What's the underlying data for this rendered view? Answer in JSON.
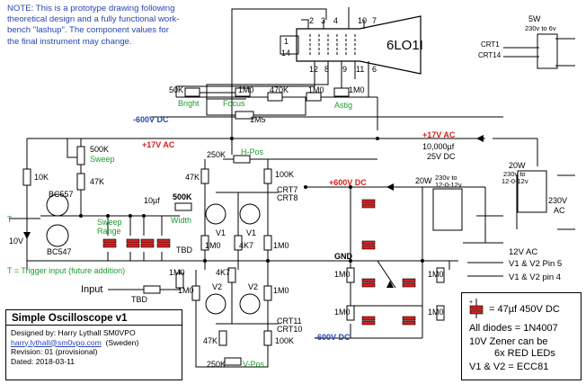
{
  "note": {
    "text": "NOTE:   This is a prototype drawing following\ntheoretical design and a fully functional work-\nbench \"lashup\".   The component values for\nthe final instrument may change."
  },
  "title": "Simple Oscilloscope v1",
  "info": {
    "designed_by": "Designed by: Harry Lythall SM0VPO",
    "email": "harry.lythall@sm0vpo.com",
    "country": "(Sweden)",
    "revision": "Revision: 01 (provisional)",
    "dated": "Dated:  2018-03-11"
  },
  "legend": {
    "cap": "= 47µf  450V DC",
    "diodes": "All diodes = 1N4007",
    "zener1": "10V Zener can be",
    "zener2": "6x RED LEDs",
    "tubes": "V1 & V2 = ECC81"
  },
  "tube": {
    "name": "6LO1I",
    "pins_top": [
      "2",
      "3",
      "4",
      "10",
      "7"
    ],
    "pins_bottom": [
      "12",
      "8",
      "9",
      "11",
      "6"
    ],
    "pins_left": [
      "1",
      "14"
    ]
  },
  "labels": {
    "r50k": "50K",
    "bright": "Bright",
    "r1m0_focus": "1M0",
    "focus": "Focus",
    "r470k": "470K",
    "r1m0_a": "1M0",
    "r1m0_b": "1M0",
    "astig": "Astig",
    "r1m5": "1M5",
    "neg600_top": "-600V DC",
    "plus17_a": "+17V AC",
    "plus17_b": "+17V AC",
    "cap10000": "10,000µf",
    "v25": "25V DC",
    "r500k_sweep": "500K",
    "sweep": "Sweep",
    "r10k": "10K",
    "r47k_sweep": "47K",
    "bc557": "BC557",
    "bc547": "BC547",
    "t_in": "T",
    "z10v": "10V",
    "sweep_range1": "Sweep",
    "sweep_range2": "Range",
    "tbd1": "TBD",
    "c10": "10µf",
    "r500k_w": "500K",
    "width": "Width",
    "r250k_h": "250K",
    "hpos": "H-Pos",
    "r47k_h": "47K",
    "r100k_h": "100K",
    "crt7": "CRT7",
    "crt8": "CRT8",
    "v1a": "V1",
    "v1b": "V1",
    "r4k7a": "4K7",
    "r1m0_v1a": "1M0",
    "r1m0_v1b": "1M0",
    "plus600": "+600V DC",
    "gnd": "GND",
    "trigger_note": "T = Trigger input (future addition)",
    "input": "Input",
    "tbd2": "TBD",
    "r1m0_in": "1M0",
    "r4k7b": "4K7",
    "v2a": "V2",
    "v2b": "V2",
    "r1m0_v2a": "1M0",
    "r1m0_v2b": "1M0",
    "crt11": "CRT11",
    "crt10": "CRT10",
    "r47k_v": "47K",
    "r100k_v": "100K",
    "r250k_v": "250K",
    "vpos": "V-Pos",
    "neg600_bot": "-600V DC",
    "r1m0_d1": "1M0",
    "r1m0_d2": "1M0",
    "r1m0_d3": "1M0",
    "r1m0_d4": "1M0",
    "t20w_a": "20W",
    "t20w_a_sub1": "230v to",
    "t20w_a_sub2": "12-0-12v",
    "t20w_b": "20W",
    "t20w_b_sub1": "230v to",
    "t20w_b_sub2": "12-0-12v",
    "v230": "230V",
    "ac": "AC",
    "t5w": "5W",
    "t5w_sub": "230v to 6v",
    "crt1": "CRT1",
    "crt14": "CRT14",
    "v12ac": "12V AC",
    "pin5": "V1 & V2 Pin 5",
    "pin4": "V1 & V2 pin 4"
  },
  "colors": {
    "wire": "#000000",
    "resistor_fill": "#ffffff",
    "label_blue": "#2a45b4",
    "label_green": "#1c9a2f",
    "label_red": "#d71e1e",
    "cap_red": "#d71e1e"
  }
}
